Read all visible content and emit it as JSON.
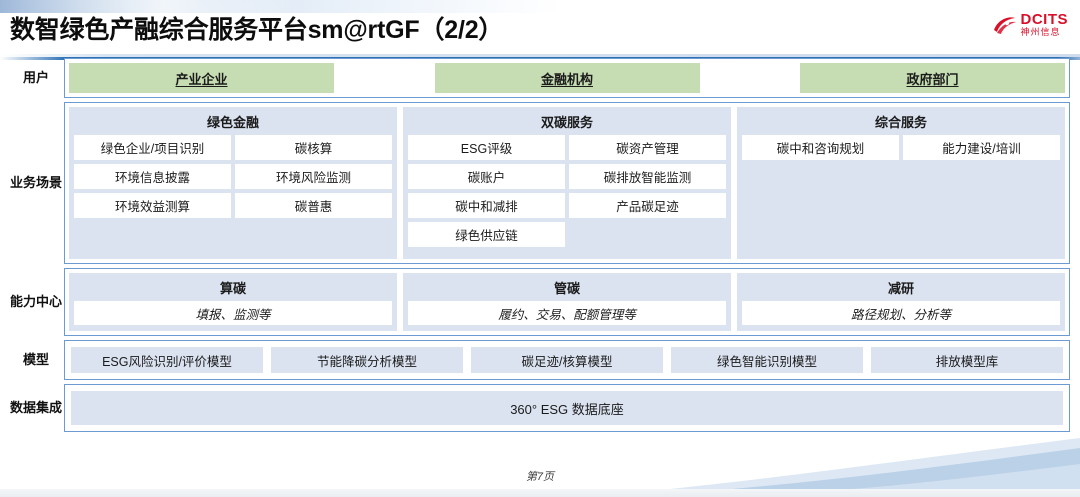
{
  "header": {
    "title": "数智绿色产融综合服务平台sm@rtGF（2/2）",
    "logo_en": "DCITS",
    "logo_cn": "神州信息"
  },
  "colors": {
    "accent_blue": "#2f72b4",
    "panel_blue": "#dbe3f1",
    "user_green": "#c6dcb2",
    "logo_red": "#d8102a",
    "border_blue": "#6b9bd2"
  },
  "rows": {
    "users": {
      "label": "用户",
      "items": [
        {
          "label": "产业企业"
        },
        {
          "label": "金融机构"
        },
        {
          "label": "政府部门"
        }
      ]
    },
    "scenarios": {
      "label": "业务场景",
      "panels": [
        {
          "title": "绿色金融",
          "tiles": [
            "绿色企业/项目识别",
            "碳核算",
            "环境信息披露",
            "环境风险监测",
            "环境效益测算",
            "碳普惠"
          ]
        },
        {
          "title": "双碳服务",
          "tiles": [
            "ESG评级",
            "碳资产管理",
            "碳账户",
            "碳排放智能监测",
            "碳中和减排",
            "产品碳足迹",
            "绿色供应链"
          ]
        },
        {
          "title": "综合服务",
          "tiles": [
            "碳中和咨询规划",
            "能力建设/培训"
          ]
        }
      ]
    },
    "capability": {
      "label": "能力中心",
      "panels": [
        {
          "title": "算碳",
          "sub": "填报、监测等"
        },
        {
          "title": "管碳",
          "sub": "履约、交易、配额管理等"
        },
        {
          "title": "减研",
          "sub": "路径规划、分析等"
        }
      ]
    },
    "models": {
      "label": "模型",
      "items": [
        "ESG风险识别/评价模型",
        "节能降碳分析模型",
        "碳足迹/核算模型",
        "绿色智能识别模型",
        "排放模型库"
      ]
    },
    "data": {
      "label": "数据集成",
      "bar_label": "360° ESG 数据底座"
    }
  },
  "footer": {
    "page_label": "第7页"
  }
}
